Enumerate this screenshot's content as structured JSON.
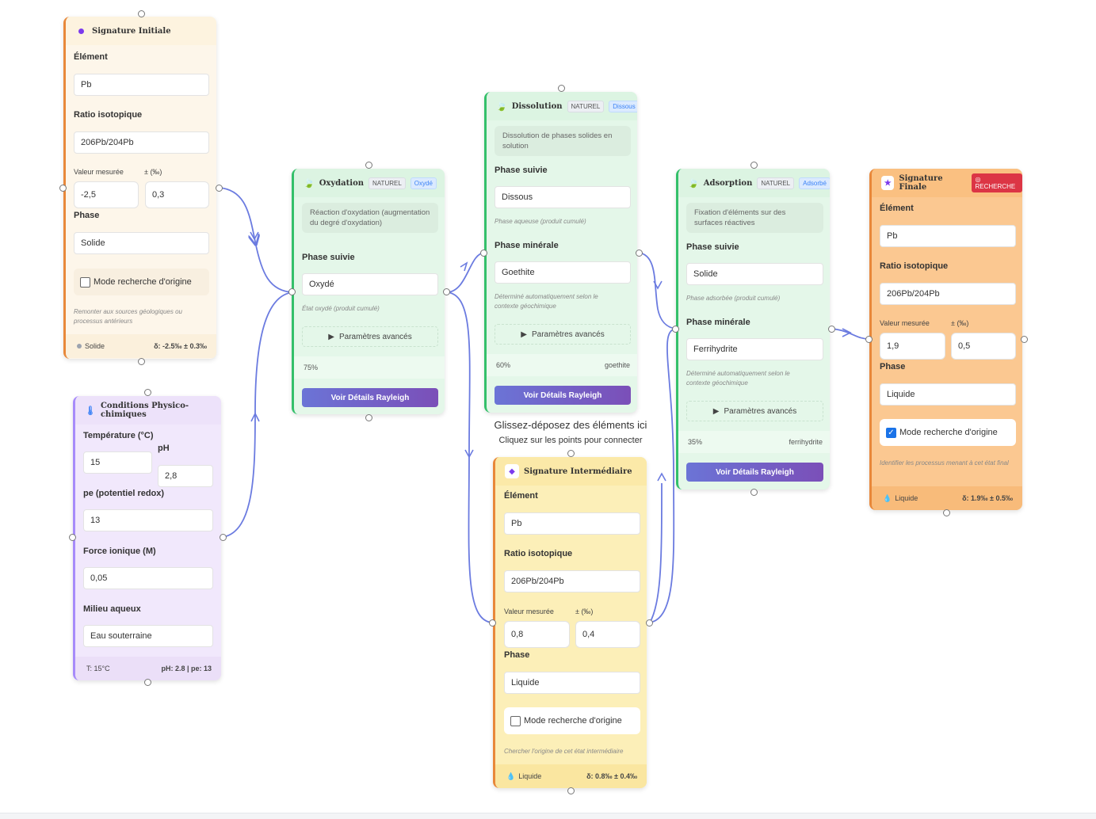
{
  "drop_hint": {
    "title": "Glissez-déposez des éléments ici",
    "subtitle": "Cliquez sur les points pour connecter"
  },
  "colors": {
    "edge": "#6b7be0",
    "accent_purple": "#7c3aed",
    "accent_green": "#34c06a",
    "accent_orange": "#e8883a"
  },
  "signature_initiale": {
    "title": "Signature Initiale",
    "icon": "dot-icon",
    "element_label": "Élément",
    "element_value": "Pb",
    "ratio_label": "Ratio isotopique",
    "ratio_value": "206Pb/204Pb",
    "valeur_label": "Valeur mesurée",
    "pm_label": "± (‰)",
    "valeur_value": "-2,5",
    "pm_value": "0,3",
    "phase_label": "Phase",
    "phase_value": "Solide",
    "mode_label": "Mode recherche d'origine",
    "mode_checked": false,
    "help": "Remonter aux sources géologiques ou processus antérieurs",
    "footer_phase": "Solide",
    "footer_delta": "δ: -2.5‰ ± 0.3‰"
  },
  "conditions": {
    "title": "Conditions Physico-chimiques",
    "icon": "thermometer-icon",
    "temp_label": "Température (°C)",
    "temp_value": "15",
    "ph_label": "pH",
    "ph_value": "2,8",
    "pe_label": "pe (potentiel redox)",
    "pe_value": "13",
    "ionic_label": "Force ionique (M)",
    "ionic_value": "0,05",
    "milieu_label": "Milieu aqueux",
    "milieu_value": "Eau souterraine",
    "footer_left": "T: 15°C",
    "footer_right": "pH: 2.8 | pe: 13"
  },
  "oxydation": {
    "title": "Oxydation",
    "tag1": "NATUREL",
    "tag2": "Oxydé",
    "description": "Réaction d'oxydation (augmentation du degré d'oxydation)",
    "phase_label": "Phase suivie",
    "phase_value": "Oxydé",
    "help": "État oxydé (produit cumulé)",
    "adv_label": "Paramètres avancés",
    "progress": "75%",
    "button": "Voir Détails Rayleigh"
  },
  "dissolution": {
    "title": "Dissolution",
    "tag1": "NATUREL",
    "tag2": "Dissous",
    "description": "Dissolution de phases solides en solution",
    "phase_label": "Phase suivie",
    "phase_value": "Dissous",
    "phase_help": "Phase aqueuse (produit cumulé)",
    "mineral_label": "Phase minérale",
    "mineral_value": "Goethite",
    "mineral_help": "Déterminé automatiquement selon le contexte géochimique",
    "adv_label": "Paramètres avancés",
    "progress": "60%",
    "progress_right": "goethite",
    "button": "Voir Détails Rayleigh"
  },
  "adsorption": {
    "title": "Adsorption",
    "tag1": "NATUREL",
    "tag2": "Adsorbé",
    "description": "Fixation d'éléments sur des surfaces réactives",
    "phase_label": "Phase suivie",
    "phase_value": "Solide",
    "phase_help": "Phase adsorbée (produit cumulé)",
    "mineral_label": "Phase minérale",
    "mineral_value": "Ferrihydrite",
    "mineral_help": "Déterminé automatiquement selon le contexte géochimique",
    "adv_label": "Paramètres avancés",
    "progress": "35%",
    "progress_right": "ferrihydrite",
    "button": "Voir Détails Rayleigh"
  },
  "signature_intermediaire": {
    "title": "Signature Intermédiaire",
    "icon": "diamond-icon",
    "element_label": "Élément",
    "element_value": "Pb",
    "ratio_label": "Ratio isotopique",
    "ratio_value": "206Pb/204Pb",
    "valeur_label": "Valeur mesurée",
    "pm_label": "± (‰)",
    "valeur_value": "0,8",
    "pm_value": "0,4",
    "phase_label": "Phase",
    "phase_value": "Liquide",
    "mode_label": "Mode recherche d'origine",
    "mode_checked": false,
    "help": "Chercher l'origine de cet état intermédiaire",
    "footer_phase": "Liquide",
    "footer_delta": "δ: 0.8‰ ± 0.4‰"
  },
  "signature_finale": {
    "title": "Signature Finale",
    "icon": "star-icon",
    "tag": "◎ RECHERCHE",
    "element_label": "Élément",
    "element_value": "Pb",
    "ratio_label": "Ratio isotopique",
    "ratio_value": "206Pb/204Pb",
    "valeur_label": "Valeur mesurée",
    "pm_label": "± (‰)",
    "valeur_value": "1,9",
    "pm_value": "0,5",
    "phase_label": "Phase",
    "phase_value": "Liquide",
    "mode_label": "Mode recherche d'origine",
    "mode_checked": true,
    "help": "Identifier les processus menant à cet état final",
    "footer_phase": "Liquide",
    "footer_delta": "δ: 1.9‰ ± 0.5‰"
  }
}
